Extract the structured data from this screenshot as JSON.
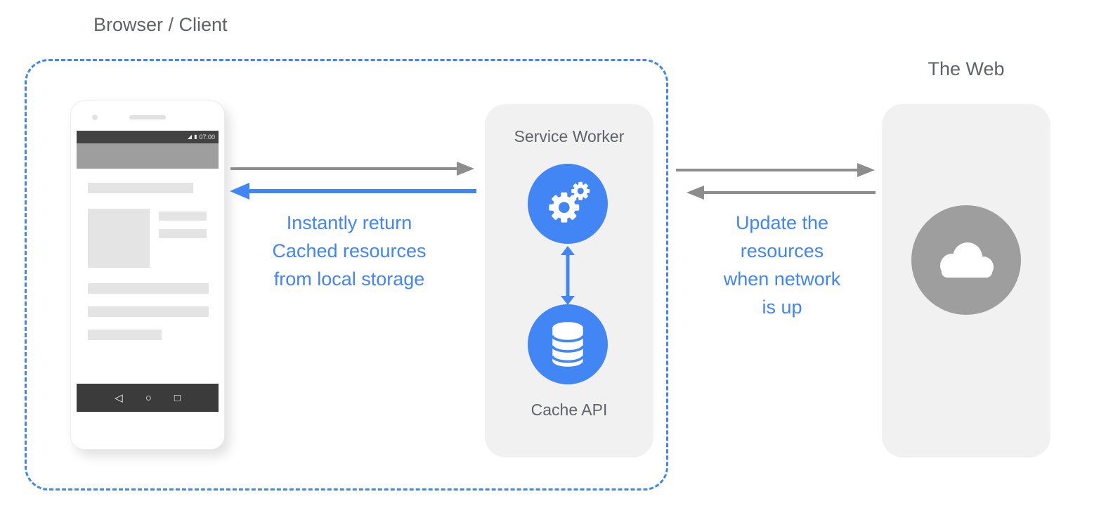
{
  "labels": {
    "browser_client": "Browser / Client",
    "the_web": "The Web"
  },
  "service_worker": {
    "title": "Service Worker",
    "cache_label": "Cache API"
  },
  "annotations": {
    "cache_return": {
      "lines": [
        "Instantly return",
        "Cached resources",
        "from local storage"
      ]
    },
    "network_update": {
      "lines": [
        "Update the",
        "resources",
        "when network",
        "is up"
      ]
    }
  },
  "phone": {
    "status": {
      "time": "07:00",
      "signal_icon": "◢",
      "battery_icon": "▮"
    },
    "nav": {
      "back_icon": "◁",
      "home_icon": "○",
      "recents_icon": "□"
    }
  },
  "icons": {
    "service_worker_icon": "gears-icon",
    "cache_icon": "database-icon",
    "web_icon": "cloud-icon"
  },
  "colors": {
    "accent_blue": "#4285f4",
    "annotation_blue": "#4285f4",
    "arrow_gray": "#8d8d8d",
    "panel_bg": "#f1f1f1",
    "web_circle_gray": "#9e9e9e",
    "heading_gray": "#5f6368"
  }
}
